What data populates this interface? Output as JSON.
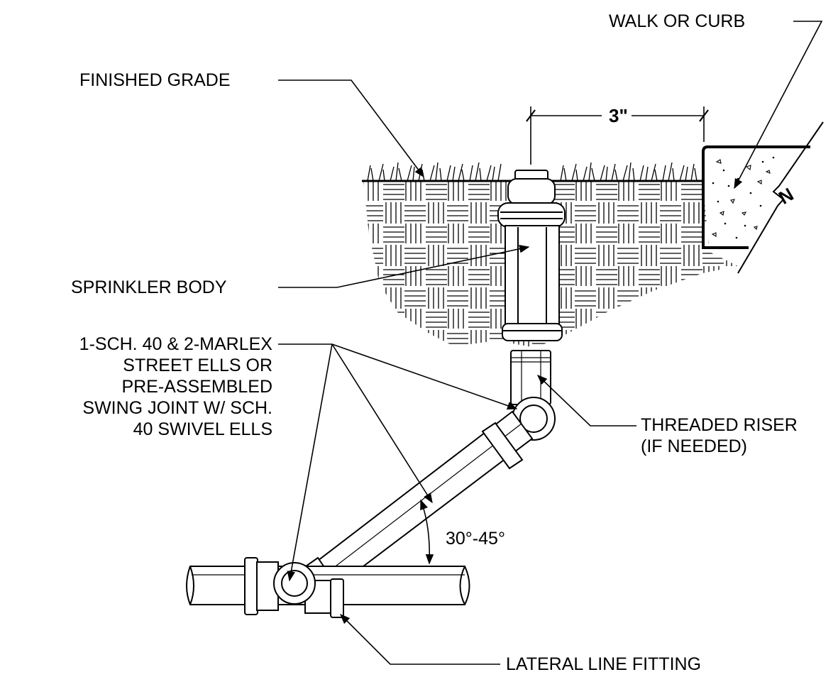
{
  "labels": {
    "walk_or_curb": "WALK OR CURB",
    "finished_grade": "FINISHED GRADE",
    "dimension": "3\"",
    "sprinkler_body": "SPRINKLER BODY",
    "swing_joint": [
      "1-SCH. 40 & 2-MARLEX",
      "STREET ELLS OR",
      "PRE-ASSEMBLED",
      "SWING JOINT W/ SCH.",
      "40 SWIVEL ELLS"
    ],
    "threaded_riser": [
      "THREADED RISER",
      "(IF NEEDED)"
    ],
    "angle": "30°-45°",
    "lateral_line_fitting": "LATERAL LINE FITTING",
    "break_symbol": "N"
  },
  "colors": {
    "ink": "#000000",
    "background": "#ffffff"
  }
}
